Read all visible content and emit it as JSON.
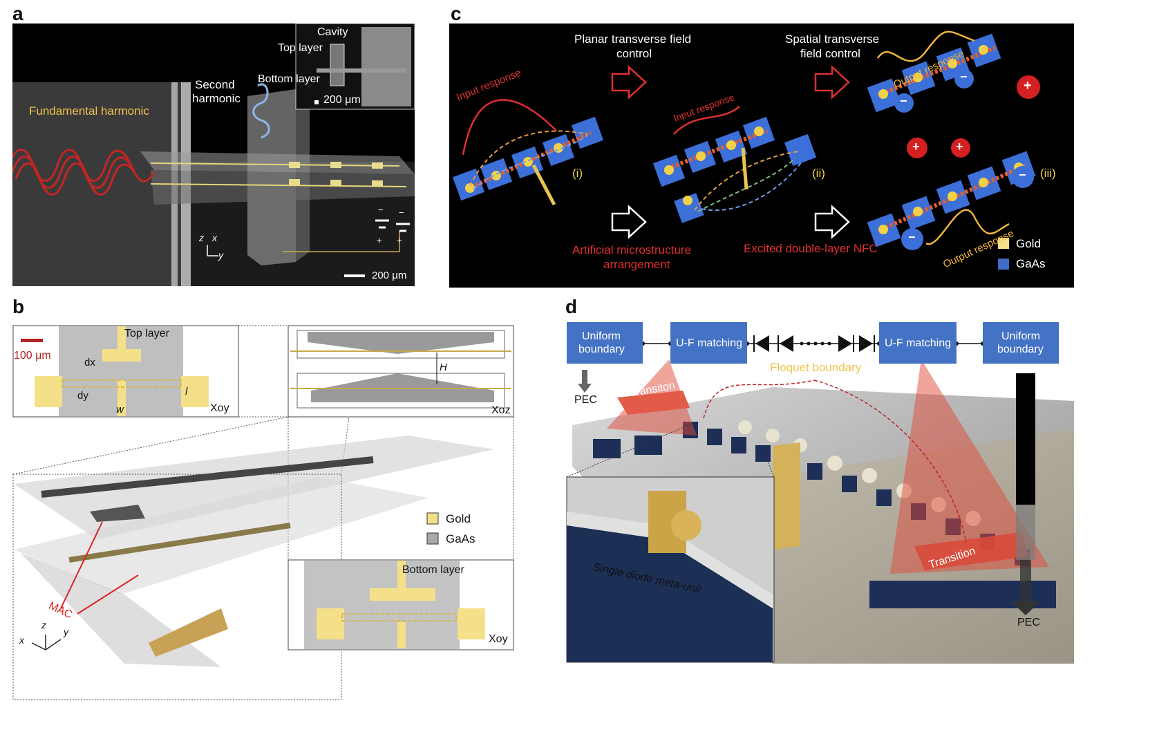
{
  "panel_a": {
    "letter": "a",
    "fundamental": "Fundamental harmonic",
    "second_line1": "Second",
    "second_line2": "harmonic",
    "cavity": "Cavity",
    "top_layer": "Top layer",
    "bottom_layer": "Bottom layer",
    "inset_scale": "200 μm",
    "scale": "200 μm",
    "axis_z": "z",
    "axis_x": "x",
    "axis_y": "y",
    "minus": "−",
    "plus": "+"
  },
  "panel_b": {
    "letter": "b",
    "scale": "100 μm",
    "top_layer": "Top layer",
    "dx": "dx",
    "dy": "dy",
    "l": "l",
    "w": "w",
    "xoy_top": "Xoy",
    "H": "H",
    "xoz": "Xoz",
    "gold": "Gold",
    "gaas": "GaAs",
    "mac": "MAC",
    "bottom_layer": "Bottom layer",
    "xoy_bottom": "Xoy",
    "axis_x": "x",
    "axis_y": "y",
    "axis_z": "z"
  },
  "panel_c": {
    "letter": "c",
    "planar_line1": "Planar transverse field",
    "planar_line2": "control",
    "spatial_line1": "Spatial transverse",
    "spatial_line2": "field control",
    "input1": "Input response",
    "input2": "Input response",
    "output1": "Output response",
    "output2": "Output response",
    "i": "(i)",
    "ii": "(ii)",
    "iii": "(iii)",
    "artificial_line1": "Artificial microstructure",
    "artificial_line2": "arrangement",
    "excited": "Excited double-layer NFC",
    "gold": "Gold",
    "gaas": "GaAs",
    "plus": "+",
    "minus": "−"
  },
  "panel_d": {
    "letter": "d",
    "uniform1_line1": "Uniform",
    "uniform1_line2": "boundary",
    "uf1": "U-F matching",
    "uf2": "U-F matching",
    "uniform2_line1": "Uniform",
    "uniform2_line2": "boundary",
    "floquet": "Floquet boundary",
    "pec_left": "PEC",
    "pec_right": "PEC",
    "transition_top": "Transiton",
    "transition_right": "Transition",
    "single_diode": "Single diode meta-unit"
  },
  "colors": {
    "gold": "#f5e08a",
    "gaas_c": "#4169c8",
    "gaas_b": "#a8a8a8",
    "uf_box": "#4472c4",
    "red_text": "#e23a2a",
    "orange_text": "#f2b43c"
  }
}
